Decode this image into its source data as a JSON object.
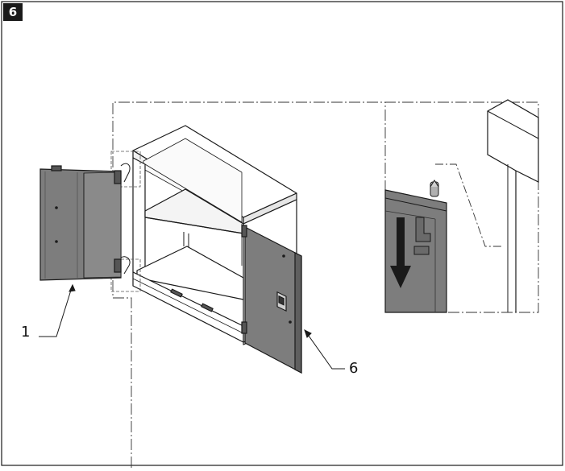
{
  "figure": {
    "step_number": "6",
    "callouts": [
      {
        "label": "1"
      },
      {
        "label": "6"
      }
    ]
  },
  "colors": {
    "panel_dark": "#7d7d7d",
    "outline": "#1a1a1a",
    "background": "#ffffff"
  }
}
